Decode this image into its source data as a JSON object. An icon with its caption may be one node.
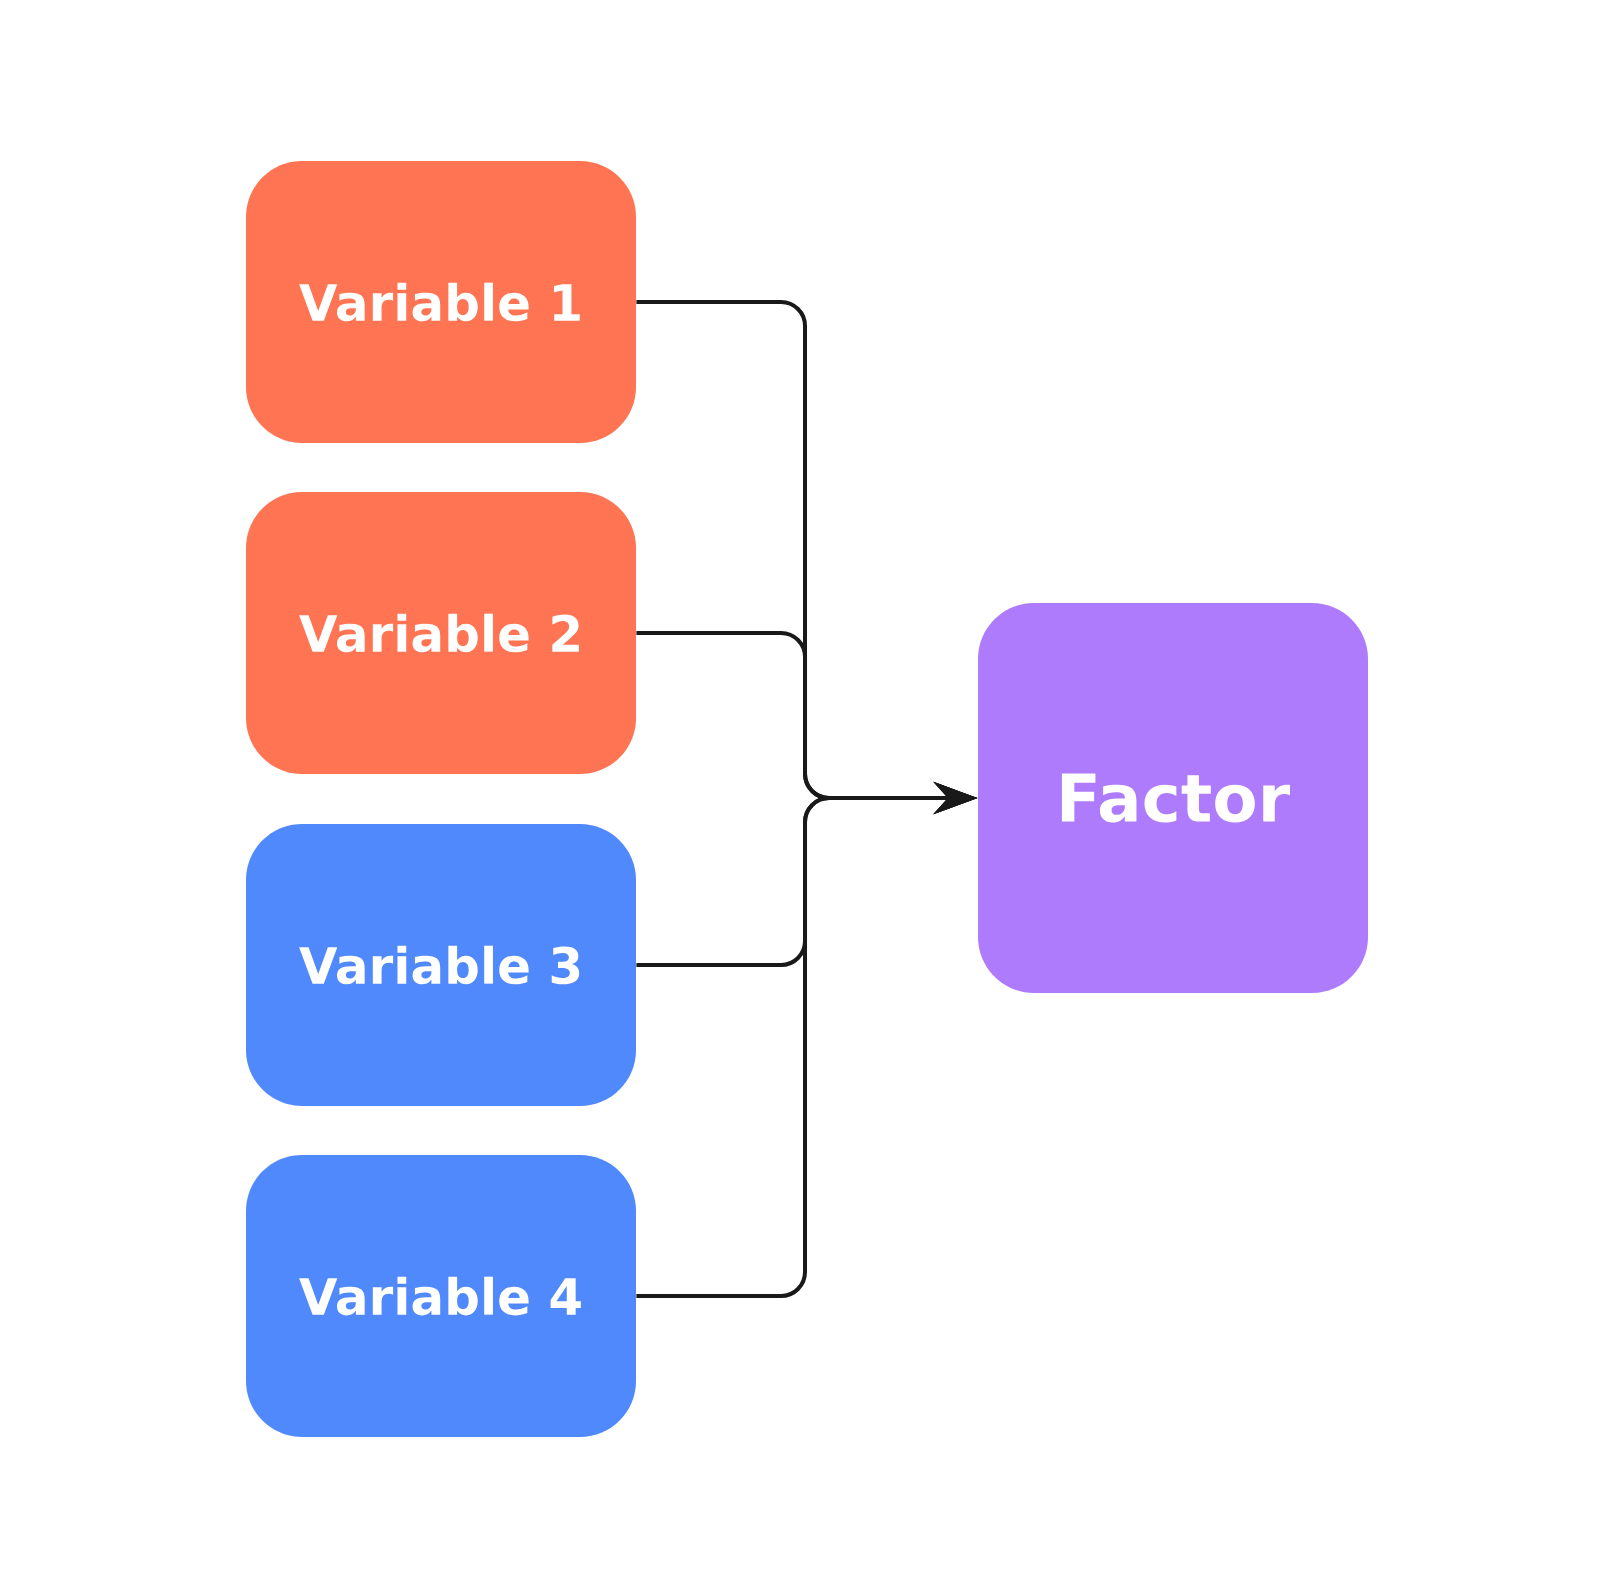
{
  "diagram": {
    "nodes": [
      {
        "text": [
          "Variable 1"
        ]
      },
      {
        "text": [
          "Variable 2"
        ]
      },
      {
        "text": [
          "Variable 3"
        ]
      },
      {
        "text": [
          "Variable 4"
        ]
      },
      {
        "text": [
          "Factor"
        ]
      }
    ],
    "edges": [
      {
        "from": 0,
        "to": 4,
        "arrow": "to"
      },
      {
        "from": 1,
        "to": 4,
        "arrow": "to"
      },
      {
        "from": 2,
        "to": 4,
        "arrow": "to"
      },
      {
        "from": 3,
        "to": 4,
        "arrow": "to"
      }
    ]
  }
}
